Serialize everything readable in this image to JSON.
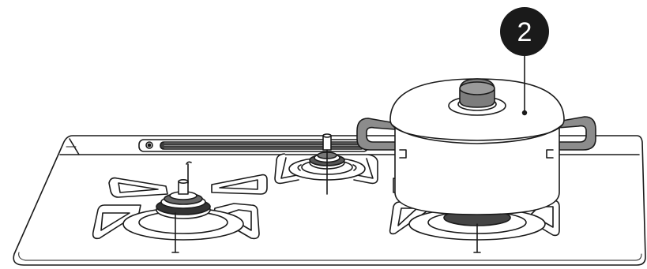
{
  "callout": {
    "number": "2"
  },
  "colors": {
    "line": "#1a1a1a",
    "cooktop": "#ffffff",
    "handle_fill": "#8c8c8c",
    "knob_fill": "#7d7d7d",
    "grate_fill": "#ffffff",
    "vent_fill": "#444444",
    "burner_dark": "#333333",
    "callout_bg": "#1a1a1a"
  },
  "icons": [
    "cooktop-illustration",
    "pot-icon",
    "burner-icon",
    "grate-icon",
    "callout-badge"
  ]
}
